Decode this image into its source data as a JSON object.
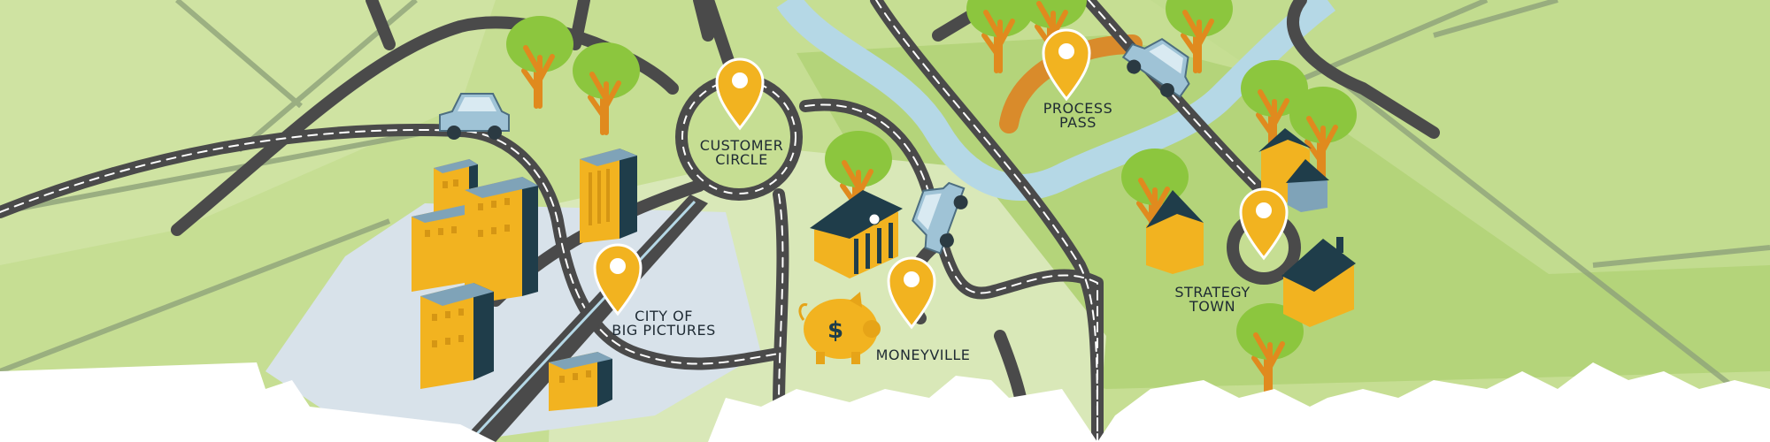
{
  "map": {
    "locations": [
      {
        "id": "customer-circle",
        "line1": "CUSTOMER",
        "line2": "CIRCLE"
      },
      {
        "id": "city-big-pictures",
        "line1": "CITY OF",
        "line2": "BIG PICTURES"
      },
      {
        "id": "moneyville",
        "line1": "MONEYVILLE",
        "line2": ""
      },
      {
        "id": "process-pass",
        "line1": "PROCESS",
        "line2": "PASS"
      },
      {
        "id": "strategy-town",
        "line1": "STRATEGY",
        "line2": "TOWN"
      }
    ],
    "icons": {
      "pin": "location-pin-icon",
      "car": "car-icon",
      "tree": "tree-icon",
      "bank": "bank-building-icon",
      "piggy": "piggy-bank-icon",
      "house": "house-icon"
    },
    "bank_symbol": "$",
    "colors": {
      "grass_light": "#d9e8b8",
      "grass_mid": "#c2dc8f",
      "grass_dark": "#a9cf6b",
      "road": "#4a4a4a",
      "road_dash": "#ffffff",
      "river": "#b5d8e6",
      "pin": "#f2b320",
      "city_ground": "#d8e2ea",
      "building_face": "#f2b320",
      "building_side": "#1f3d4a",
      "building_roof": "#7fa3b8",
      "tree_foliage": "#8cc63e",
      "tree_trunk": "#e08a1e",
      "dirt_path": "#d98b2b",
      "car_body": "#9fc3d6"
    }
  }
}
